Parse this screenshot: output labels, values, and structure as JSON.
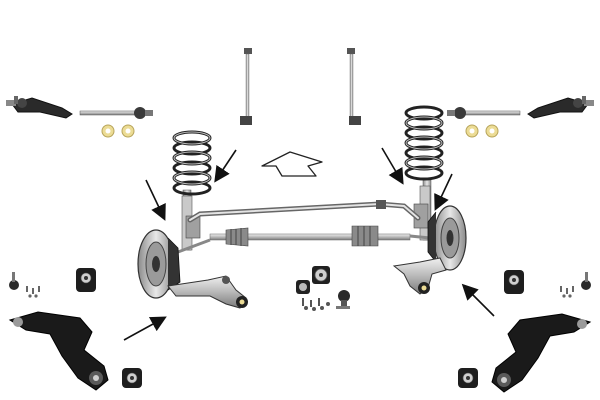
{
  "diagram": {
    "type": "suspension-parts-exploded-view",
    "colors": {
      "metal_light": "#d9d9d9",
      "metal_mid": "#a8a8a8",
      "metal_dark": "#5a5a5a",
      "black": "#151515",
      "bushing_cream": "#ecdc95",
      "arrow": "#111111",
      "outline": "#333333"
    },
    "parts": [
      "tie-rod-end",
      "inner-tie-rod",
      "steering-boot-ring",
      "stabilizer-link",
      "coil-spring",
      "shock-absorber",
      "stabilizer-bar",
      "steering-rack",
      "brake-disc",
      "lower-control-arm",
      "control-arm-bushing",
      "ball-joint",
      "mounting-bolts",
      "lower-wishbone"
    ],
    "direction_indicator": "forward-arrow"
  }
}
